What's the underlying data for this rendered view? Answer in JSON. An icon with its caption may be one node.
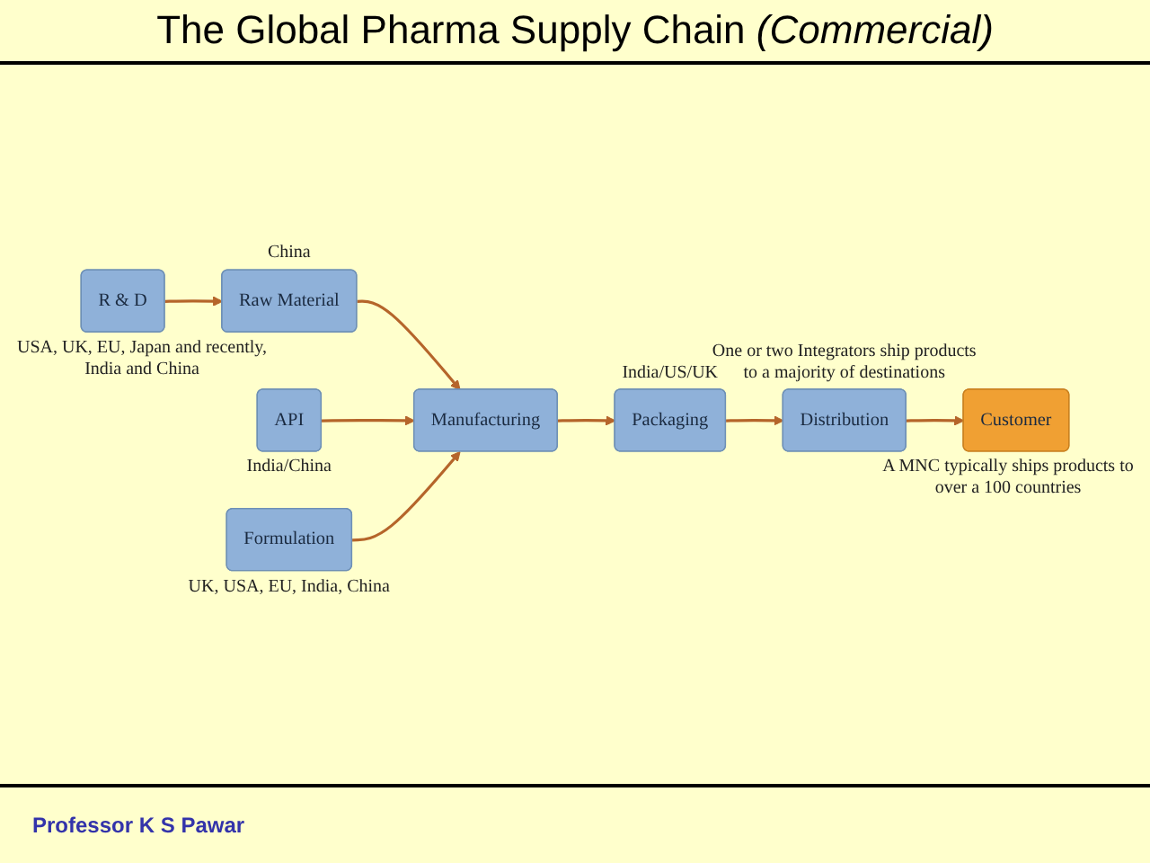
{
  "diagram": {
    "title": "The Global Pharma Supply Chain *(Commercial)*",
    "nodes": [
      {
        "text": [
          "R & D"
        ],
        "beside": [
          "USA, UK, EU, Japan and recently, India and China"
        ]
      },
      {
        "text": [
          "Raw Material"
        ],
        "beside": [
          "China"
        ]
      },
      {
        "text": [
          "Manufacturing"
        ]
      },
      {
        "text": [
          "Packaging"
        ],
        "beside": [
          "India/US/UK"
        ]
      },
      {
        "text": [
          "Distribution"
        ],
        "beside": [
          "One or two Integrators ship products to a majority of destinations"
        ]
      },
      {
        "text": [
          "API"
        ],
        "beside": [
          "India/China"
        ]
      },
      {
        "text": [
          "Formulation"
        ],
        "beside": [
          "UK, USA, EU, India, China"
        ]
      },
      {
        "text": [
          "Customer"
        ],
        "beside": [
          "A MNC typically ships products to over a 100 countries"
        ]
      }
    ],
    "edges": [
      {
        "from": 0,
        "to": 1,
        "arrow": "to"
      },
      {
        "from": 1,
        "to": 2,
        "arrow": "to"
      },
      {
        "from": 2,
        "to": 3,
        "arrow": "to"
      },
      {
        "from": 3,
        "to": 4,
        "arrow": "to"
      },
      {
        "from": 4,
        "to": 7,
        "arrow": "to"
      },
      {
        "from": 5,
        "to": 2,
        "arrow": "to"
      },
      {
        "from": 6,
        "to": 2,
        "arrow": "to"
      }
    ],
    "labels": [
      "Professor K S Pawar"
    ]
  }
}
